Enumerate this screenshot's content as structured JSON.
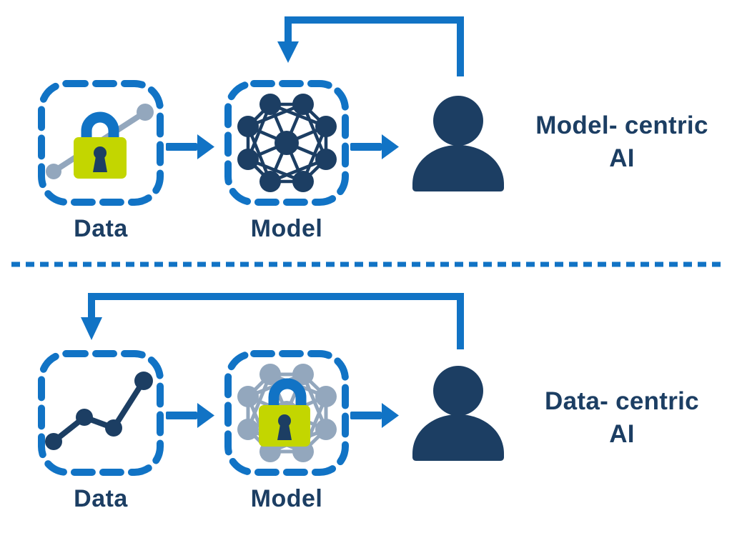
{
  "colors": {
    "blue": "#1173c5",
    "navy": "#1c3e63",
    "lime": "#c3d600",
    "gray": "#93a7bd",
    "background": "#ffffff"
  },
  "top_section": {
    "data_box_label": "Data",
    "model_box_label": "Model",
    "caption_line1": "Model- centric",
    "caption_line2": "AI"
  },
  "bottom_section": {
    "data_box_label": "Data",
    "model_box_label": "Model",
    "caption_line1": "Data- centric",
    "caption_line2": "AI"
  },
  "icons": {
    "top_data": "lock-on-chart-icon",
    "top_model": "neural-network-icon",
    "bottom_data": "line-chart-icon",
    "bottom_model": "lock-on-network-icon",
    "user": "person-icon",
    "flow": "arrow-right-icon",
    "feedback": "feedback-loop-arrow-icon",
    "divider": "dashed-divider-line"
  }
}
